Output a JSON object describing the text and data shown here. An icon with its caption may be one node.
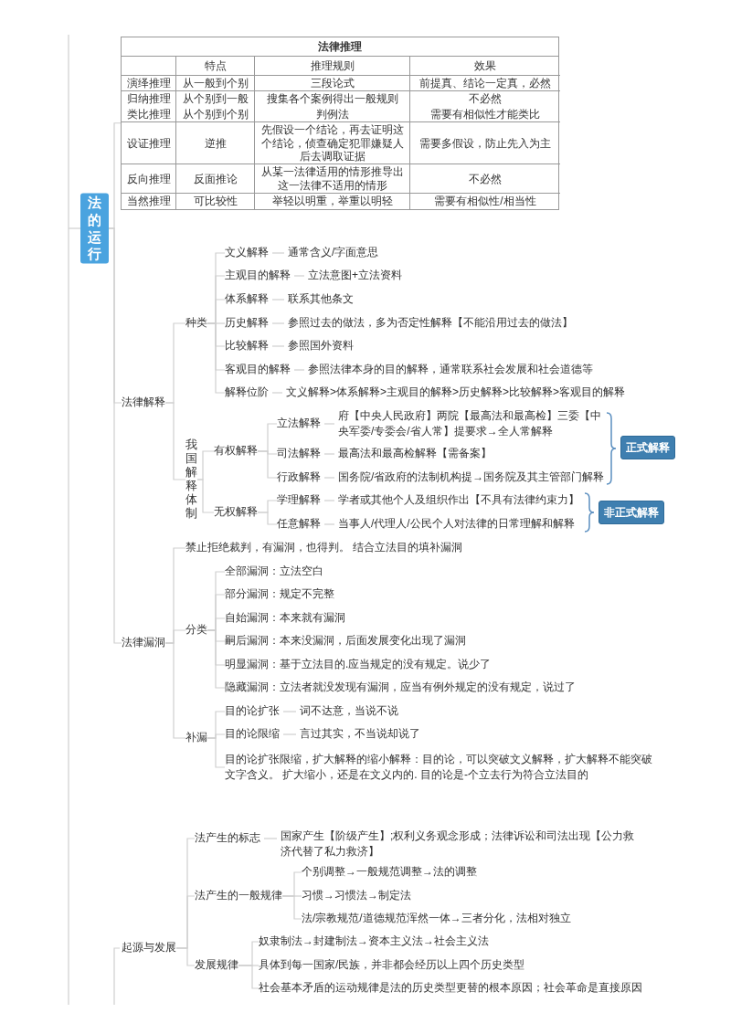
{
  "diagram": {
    "nodes": [
      {
        "text": [
          "法的运行"
        ]
      },
      {
        "text": [
          "法律推理"
        ]
      },
      {
        "text": [
          "法律解释"
        ]
      },
      {
        "text": [
          "种类"
        ]
      },
      {
        "text": [
          "文义解释"
        ]
      },
      {
        "text": [
          "通常含义/字面意思"
        ]
      },
      {
        "text": [
          "主观目的解释"
        ]
      },
      {
        "text": [
          "立法意图+立法资料"
        ]
      },
      {
        "text": [
          "体系解释"
        ]
      },
      {
        "text": [
          "联系其他条文"
        ]
      },
      {
        "text": [
          "历史解释"
        ]
      },
      {
        "text": [
          "参照过去的做法，多为否定性解释【不能沿用过去的做法】"
        ]
      },
      {
        "text": [
          "比较解释"
        ]
      },
      {
        "text": [
          "参照国外资料"
        ]
      },
      {
        "text": [
          "客观目的解释"
        ]
      },
      {
        "text": [
          "参照法律本身的目的解释，通常联系社会发展和社会道德等"
        ]
      },
      {
        "text": [
          "解释位阶"
        ]
      },
      {
        "text": [
          "文义解释>体系解释>主观目的解释>历史解释>比较解释>客观目的解释"
        ]
      },
      {
        "text": [
          "我国解释体制"
        ]
      },
      {
        "text": [
          "有权解释"
        ]
      },
      {
        "text": [
          "立法解释"
        ]
      },
      {
        "text": [
          "府【中央人民政府】两院【最高法和最高检】三委【中央军委/专委会/省人常】提要求→全人常解释"
        ]
      },
      {
        "text": [
          "司法解释"
        ]
      },
      {
        "text": [
          "最高法和最高检解释【需备案】"
        ]
      },
      {
        "text": [
          "行政解释"
        ]
      },
      {
        "text": [
          "国务院/省政府的法制机构提→国务院及其主管部门解释"
        ]
      },
      {
        "text": [
          "无权解释"
        ]
      },
      {
        "text": [
          "学理解释"
        ]
      },
      {
        "text": [
          "学者或其他个人及组织作出【不具有法律约束力】"
        ]
      },
      {
        "text": [
          "任意解释"
        ]
      },
      {
        "text": [
          "当事人/代理人/公民个人对法律的日常理解和解释"
        ]
      },
      {
        "text": [
          "正式解释"
        ]
      },
      {
        "text": [
          "非正式解释"
        ]
      },
      {
        "text": [
          "法律漏洞"
        ]
      },
      {
        "text": [
          "禁止拒绝裁判，有漏洞，也得判。 结合立法目的填补漏洞"
        ]
      },
      {
        "text": [
          "分类"
        ]
      },
      {
        "text": [
          "全部漏洞：立法空白"
        ]
      },
      {
        "text": [
          "部分漏洞：规定不完整"
        ]
      },
      {
        "text": [
          "自始漏洞：本来就有漏洞"
        ]
      },
      {
        "text": [
          "嗣后漏洞：本来没漏洞，后面发展变化出现了漏洞"
        ]
      },
      {
        "text": [
          "明显漏洞：基于立法目的.应当规定的没有规定。说少了"
        ]
      },
      {
        "text": [
          "隐藏漏洞：立法者就没发现有漏洞，应当有例外规定的没有规定，说过了"
        ]
      },
      {
        "text": [
          "补漏"
        ]
      },
      {
        "text": [
          "目的论扩张"
        ]
      },
      {
        "text": [
          "词不达意，当说不说"
        ]
      },
      {
        "text": [
          "目的论限缩"
        ]
      },
      {
        "text": [
          "言过其实，不当说却说了"
        ]
      },
      {
        "text": [
          "目的论扩张限缩，扩大解释的缩小解释：目的论，可以突破文义解释，扩大解释不能突破文字含义。 扩大缩小，还是在文义内的. 目的论是-个立去行为符合立法目的"
        ]
      },
      {
        "text": [
          "起源与发展"
        ]
      },
      {
        "text": [
          "法产生的标志"
        ]
      },
      {
        "text": [
          "国家产生【阶级产生】;权利义务观念形成；法律诉讼和司法出现【公力救济代替了私力救济】"
        ]
      },
      {
        "text": [
          "法产生的一般规律"
        ]
      },
      {
        "text": [
          "个别调整→一般规范调整→法的调整"
        ]
      },
      {
        "text": [
          "习惯→习惯法→制定法"
        ]
      },
      {
        "text": [
          "法/宗教规范/道德规范浑然一体→三者分化，法相对独立"
        ]
      },
      {
        "text": [
          "发展规律"
        ]
      },
      {
        "text": [
          "奴隶制法→封建制法→资本主义法→社会主义法"
        ]
      },
      {
        "text": [
          "具体到每一国家/民族，并非都会经历以上四个历史类型"
        ]
      },
      {
        "text": [
          "社会基本矛盾的运动规律是法的历史类型更替的根本原因；社会革命是直接原因"
        ]
      }
    ],
    "edges": [
      {
        "from": 0,
        "to": 1,
        "arrow": "none"
      },
      {
        "from": 0,
        "to": 2,
        "arrow": "none"
      },
      {
        "from": 0,
        "to": 33,
        "arrow": "none"
      },
      {
        "from": 2,
        "to": 3,
        "arrow": "none"
      },
      {
        "from": 2,
        "to": 18,
        "arrow": "none"
      },
      {
        "from": 3,
        "to": 4,
        "arrow": "none"
      },
      {
        "from": 3,
        "to": 6,
        "arrow": "none"
      },
      {
        "from": 3,
        "to": 8,
        "arrow": "none"
      },
      {
        "from": 3,
        "to": 10,
        "arrow": "none"
      },
      {
        "from": 3,
        "to": 12,
        "arrow": "none"
      },
      {
        "from": 3,
        "to": 14,
        "arrow": "none"
      },
      {
        "from": 3,
        "to": 16,
        "arrow": "none"
      },
      {
        "from": 4,
        "to": 5,
        "arrow": "none"
      },
      {
        "from": 6,
        "to": 7,
        "arrow": "none"
      },
      {
        "from": 8,
        "to": 9,
        "arrow": "none"
      },
      {
        "from": 10,
        "to": 11,
        "arrow": "none"
      },
      {
        "from": 12,
        "to": 13,
        "arrow": "none"
      },
      {
        "from": 14,
        "to": 15,
        "arrow": "none"
      },
      {
        "from": 16,
        "to": 17,
        "arrow": "none"
      },
      {
        "from": 18,
        "to": 19,
        "arrow": "none"
      },
      {
        "from": 18,
        "to": 26,
        "arrow": "none"
      },
      {
        "from": 19,
        "to": 20,
        "arrow": "none"
      },
      {
        "from": 19,
        "to": 22,
        "arrow": "none"
      },
      {
        "from": 19,
        "to": 24,
        "arrow": "none"
      },
      {
        "from": 20,
        "to": 21,
        "arrow": "none"
      },
      {
        "from": 22,
        "to": 23,
        "arrow": "none"
      },
      {
        "from": 24,
        "to": 25,
        "arrow": "none"
      },
      {
        "from": 26,
        "to": 27,
        "arrow": "none"
      },
      {
        "from": 26,
        "to": 29,
        "arrow": "none"
      },
      {
        "from": 27,
        "to": 28,
        "arrow": "none"
      },
      {
        "from": 29,
        "to": 30,
        "arrow": "none"
      },
      {
        "from": 33,
        "to": 34,
        "arrow": "none"
      },
      {
        "from": 33,
        "to": 35,
        "arrow": "none"
      },
      {
        "from": 33,
        "to": 42,
        "arrow": "none"
      },
      {
        "from": 35,
        "to": 36,
        "arrow": "none"
      },
      {
        "from": 35,
        "to": 37,
        "arrow": "none"
      },
      {
        "from": 35,
        "to": 38,
        "arrow": "none"
      },
      {
        "from": 35,
        "to": 39,
        "arrow": "none"
      },
      {
        "from": 35,
        "to": 40,
        "arrow": "none"
      },
      {
        "from": 35,
        "to": 41,
        "arrow": "none"
      },
      {
        "from": 42,
        "to": 43,
        "arrow": "none"
      },
      {
        "from": 42,
        "to": 45,
        "arrow": "none"
      },
      {
        "from": 42,
        "to": 47,
        "arrow": "none"
      },
      {
        "from": 43,
        "to": 44,
        "arrow": "none"
      },
      {
        "from": 45,
        "to": 46,
        "arrow": "none"
      },
      {
        "from": 48,
        "to": 49,
        "arrow": "none"
      },
      {
        "from": 48,
        "to": 51,
        "arrow": "none"
      },
      {
        "from": 48,
        "to": 55,
        "arrow": "none"
      },
      {
        "from": 49,
        "to": 50,
        "arrow": "none"
      },
      {
        "from": 51,
        "to": 52,
        "arrow": "none"
      },
      {
        "from": 51,
        "to": 53,
        "arrow": "none"
      },
      {
        "from": 51,
        "to": 54,
        "arrow": "none"
      },
      {
        "from": 55,
        "to": 56,
        "arrow": "none"
      },
      {
        "from": 55,
        "to": 57,
        "arrow": "none"
      },
      {
        "from": 55,
        "to": 58,
        "arrow": "none"
      }
    ],
    "labels": [
      "特点",
      "推理规则",
      "效果",
      "演绎推理",
      "从一般到个别",
      "三段论式",
      "前提真、结论一定真，必然",
      "归纳推理",
      "从个别到一般",
      "搜集各个案例得出一般规则",
      "不必然",
      "类比推理",
      "从个别到个别",
      "判例法",
      "需要有相似性才能类比",
      "设证推理",
      "逆推",
      "先假设一个结论，再去证明这个结论，侦查确定犯罪嫌疑人后去调取证据",
      "需要多假设，防止先入为主",
      "反向推理",
      "反面推论",
      "从某一法律适用的情形推导出这一法律不适用的情形",
      "不必然",
      "当然推理",
      "可比较性",
      "举轻以明重，举重以明轻",
      "需要有相似性/相当性"
    ]
  }
}
